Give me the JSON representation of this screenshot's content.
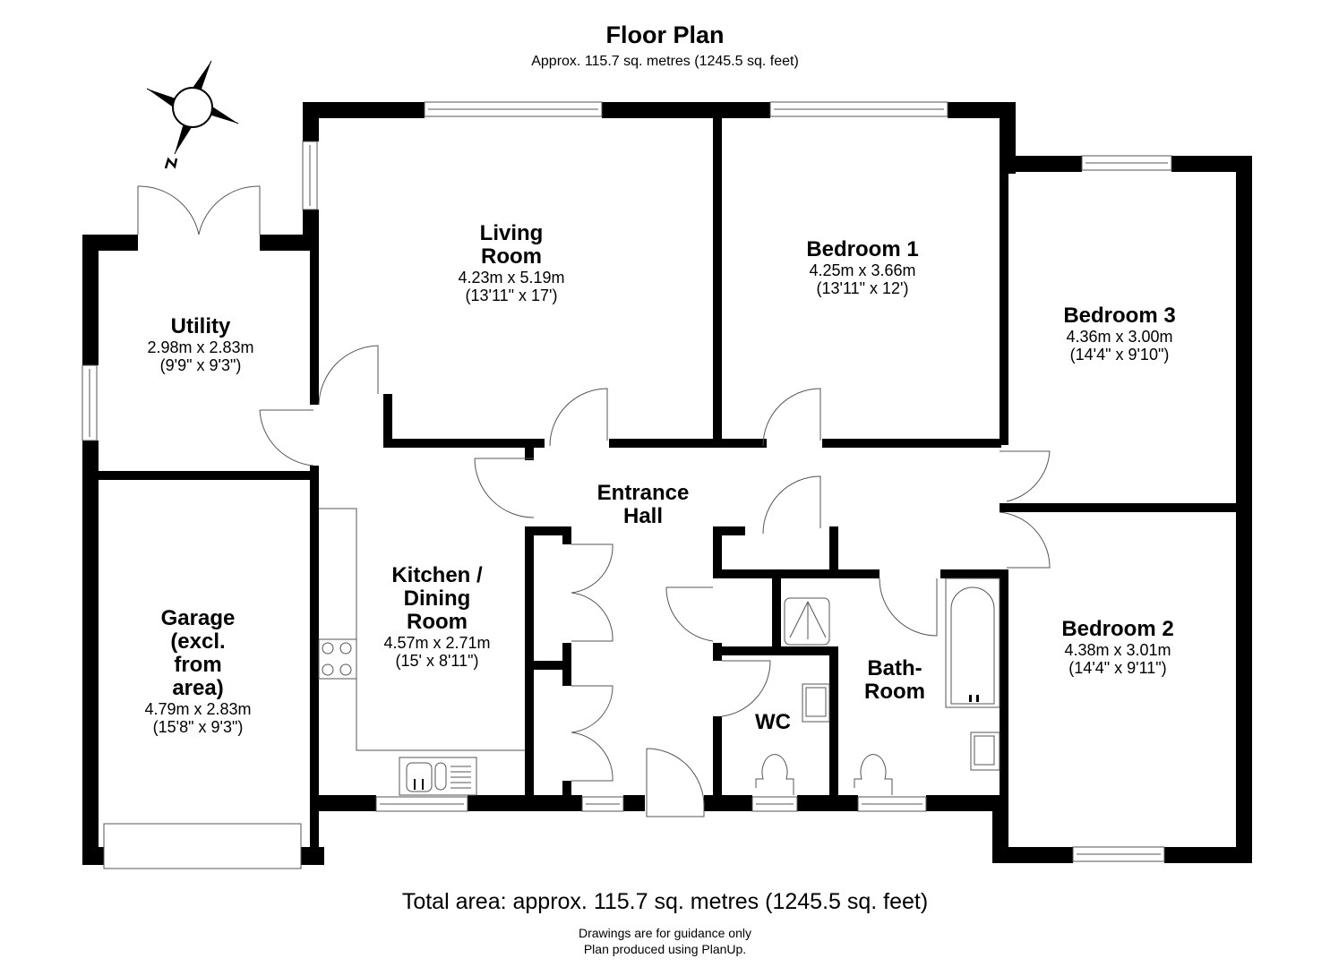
{
  "header": {
    "title": "Floor Plan",
    "subtitle": "Approx. 115.7 sq. metres (1245.5 sq. feet)"
  },
  "compass": {
    "icon": "compass-north-icon",
    "north_label": "N"
  },
  "rooms": [
    {
      "id": "living-room",
      "name_lines": [
        "Living",
        "Room"
      ],
      "metric": "4.23m x 5.19m",
      "imperial": "(13'11\" x 17')"
    },
    {
      "id": "bedroom-1",
      "name_lines": [
        "Bedroom 1"
      ],
      "metric": "4.25m x 3.66m",
      "imperial": "(13'11\" x 12')"
    },
    {
      "id": "bedroom-3",
      "name_lines": [
        "Bedroom 3"
      ],
      "metric": "4.36m x 3.00m",
      "imperial": "(14'4\" x 9'10\")"
    },
    {
      "id": "utility",
      "name_lines": [
        "Utility"
      ],
      "metric": "2.98m x 2.83m",
      "imperial": "(9'9\" x 9'3\")"
    },
    {
      "id": "entrance-hall",
      "name_lines": [
        "Entrance",
        "Hall"
      ]
    },
    {
      "id": "kitchen-dining",
      "name_lines": [
        "Kitchen /",
        "Dining",
        "Room"
      ],
      "metric": "4.57m x 2.71m",
      "imperial": "(15' x 8'11\")"
    },
    {
      "id": "garage",
      "name_lines": [
        "Garage",
        "(excl.",
        "from",
        "area)"
      ],
      "metric": "4.79m x 2.83m",
      "imperial": "(15'8\" x 9'3\")"
    },
    {
      "id": "bathroom",
      "name_lines": [
        "Bath-",
        "Room"
      ]
    },
    {
      "id": "wc",
      "name_lines": [
        "WC"
      ]
    },
    {
      "id": "bedroom-2",
      "name_lines": [
        "Bedroom 2"
      ],
      "metric": "4.38m x 3.01m",
      "imperial": "(14'4\" x 9'11\")"
    }
  ],
  "footer": {
    "total_area": "Total area: approx. 115.7 sq. metres (1245.5 sq. feet)",
    "disclaimer": "Drawings are for guidance only",
    "credit": "Plan produced using PlanUp."
  },
  "colors": {
    "wall": "#000000",
    "fixture_line": "#555555",
    "background": "#ffffff"
  }
}
